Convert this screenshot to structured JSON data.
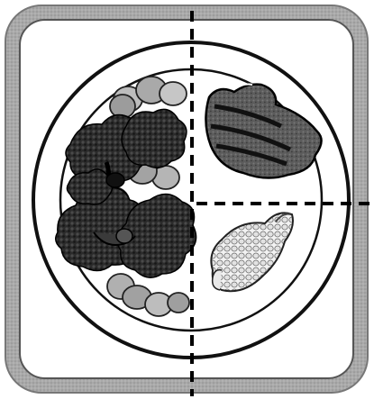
{
  "illustration": {
    "subject": "portioned-plate",
    "sections": [
      {
        "id": "vegetables",
        "icon": "broccoli-carrot-icon",
        "portion": 0.5
      },
      {
        "id": "protein",
        "icon": "steak-icon",
        "portion": 0.25
      },
      {
        "id": "starch",
        "icon": "corn-icon",
        "portion": 0.25
      }
    ],
    "colors": {
      "frame_fill": "#c8c8c8",
      "panel_fill": "#ffffff",
      "outline": "#111111",
      "broccoli": "#2a2a2a",
      "carrot": "#b5b5b5",
      "steak": "#4a4a4a",
      "corn": "#d9d9d9"
    }
  }
}
